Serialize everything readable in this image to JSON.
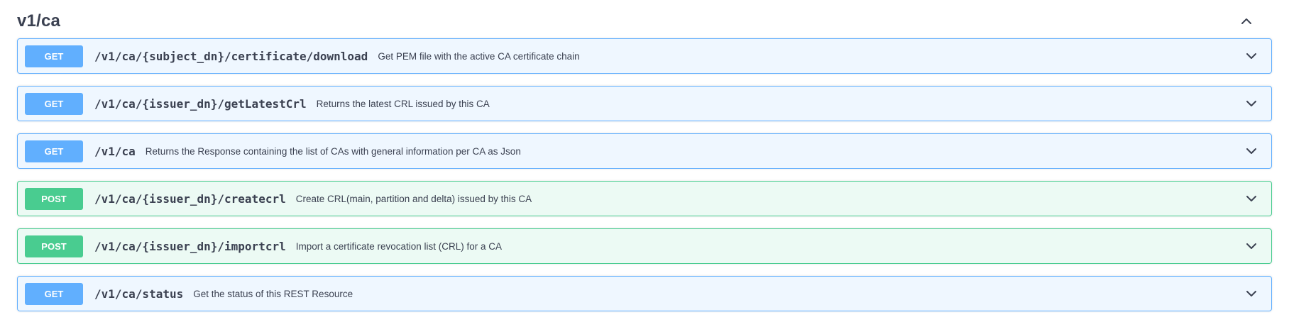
{
  "section": {
    "title": "v1/ca"
  },
  "endpoints": [
    {
      "method": "GET",
      "path": "/v1/ca/{subject_dn}/certificate/download",
      "description": "Get PEM file with the active CA certificate chain"
    },
    {
      "method": "GET",
      "path": "/v1/ca/{issuer_dn}/getLatestCrl",
      "description": "Returns the latest CRL issued by this CA"
    },
    {
      "method": "GET",
      "path": "/v1/ca",
      "description": "Returns the Response containing the list of CAs with general information per CA as Json"
    },
    {
      "method": "POST",
      "path": "/v1/ca/{issuer_dn}/createcrl",
      "description": "Create CRL(main, partition and delta) issued by this CA"
    },
    {
      "method": "POST",
      "path": "/v1/ca/{issuer_dn}/importcrl",
      "description": "Import a certificate revocation list (CRL) for a CA"
    },
    {
      "method": "GET",
      "path": "/v1/ca/status",
      "description": "Get the status of this REST Resource"
    }
  ],
  "colors": {
    "get_method": "#61affe",
    "post_method": "#49cc90",
    "text": "#3b4151"
  }
}
